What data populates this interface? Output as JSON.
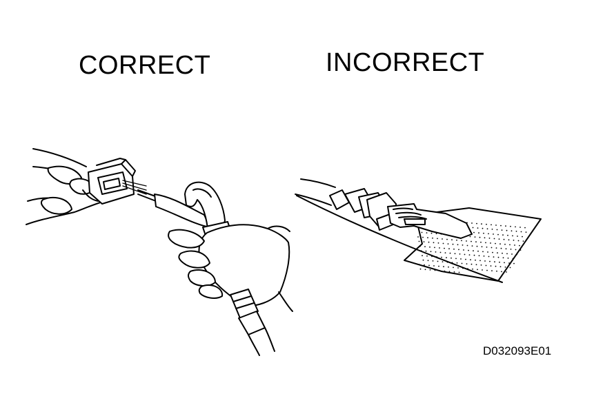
{
  "labels": {
    "correct": "CORRECT",
    "incorrect": "INCORRECT"
  },
  "figure_id": "D032093E01",
  "illustrations": {
    "left": "hand-air-blow-gun-cleaning-connector",
    "right": "connector-cleaned-with-cloth"
  }
}
